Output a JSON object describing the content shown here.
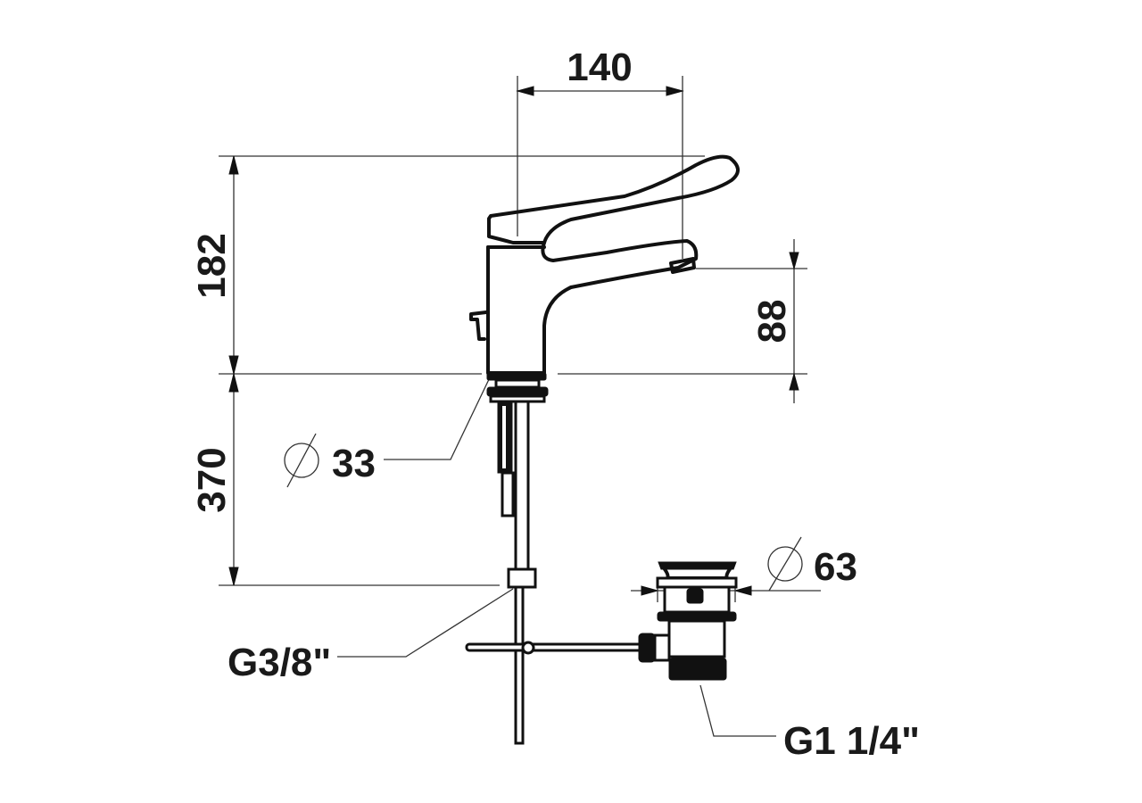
{
  "drawing": {
    "title": "Single-lever basin mixer technical drawing",
    "units": "mm",
    "dimensions": {
      "spout_reach": "140",
      "total_height": "182",
      "spout_outlet_height": "88",
      "connection_hose_length": "370",
      "body_diameter": "33",
      "waste_diameter": "63"
    },
    "labels": {
      "body_diameter_symbol": "⌀",
      "waste_diameter_symbol": "⌀",
      "supply_thread": "G3/8\"",
      "waste_thread": "G1 1/4\""
    }
  }
}
